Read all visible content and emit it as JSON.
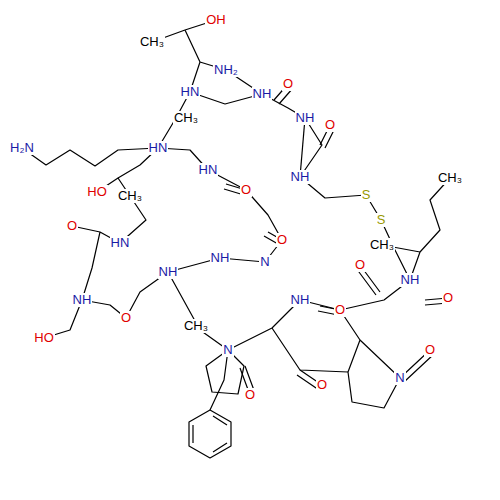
{
  "diagram": {
    "labels": [
      "CH₃",
      "OH",
      "NH₂",
      "O",
      "HN",
      "NH",
      "CH₃",
      "NH",
      "O",
      "H₂N",
      "HN",
      "HO",
      "CH₃",
      "HN",
      "O",
      "NH",
      "S",
      "S",
      "CH₃",
      "CH₃",
      "O",
      "HN",
      "O",
      "NH",
      "N",
      "NH",
      "O",
      "NH",
      "HO",
      "O",
      "CH₃",
      "N",
      "O",
      "NH",
      "O",
      "N",
      "O",
      "O",
      "NH",
      "O"
    ]
  }
}
